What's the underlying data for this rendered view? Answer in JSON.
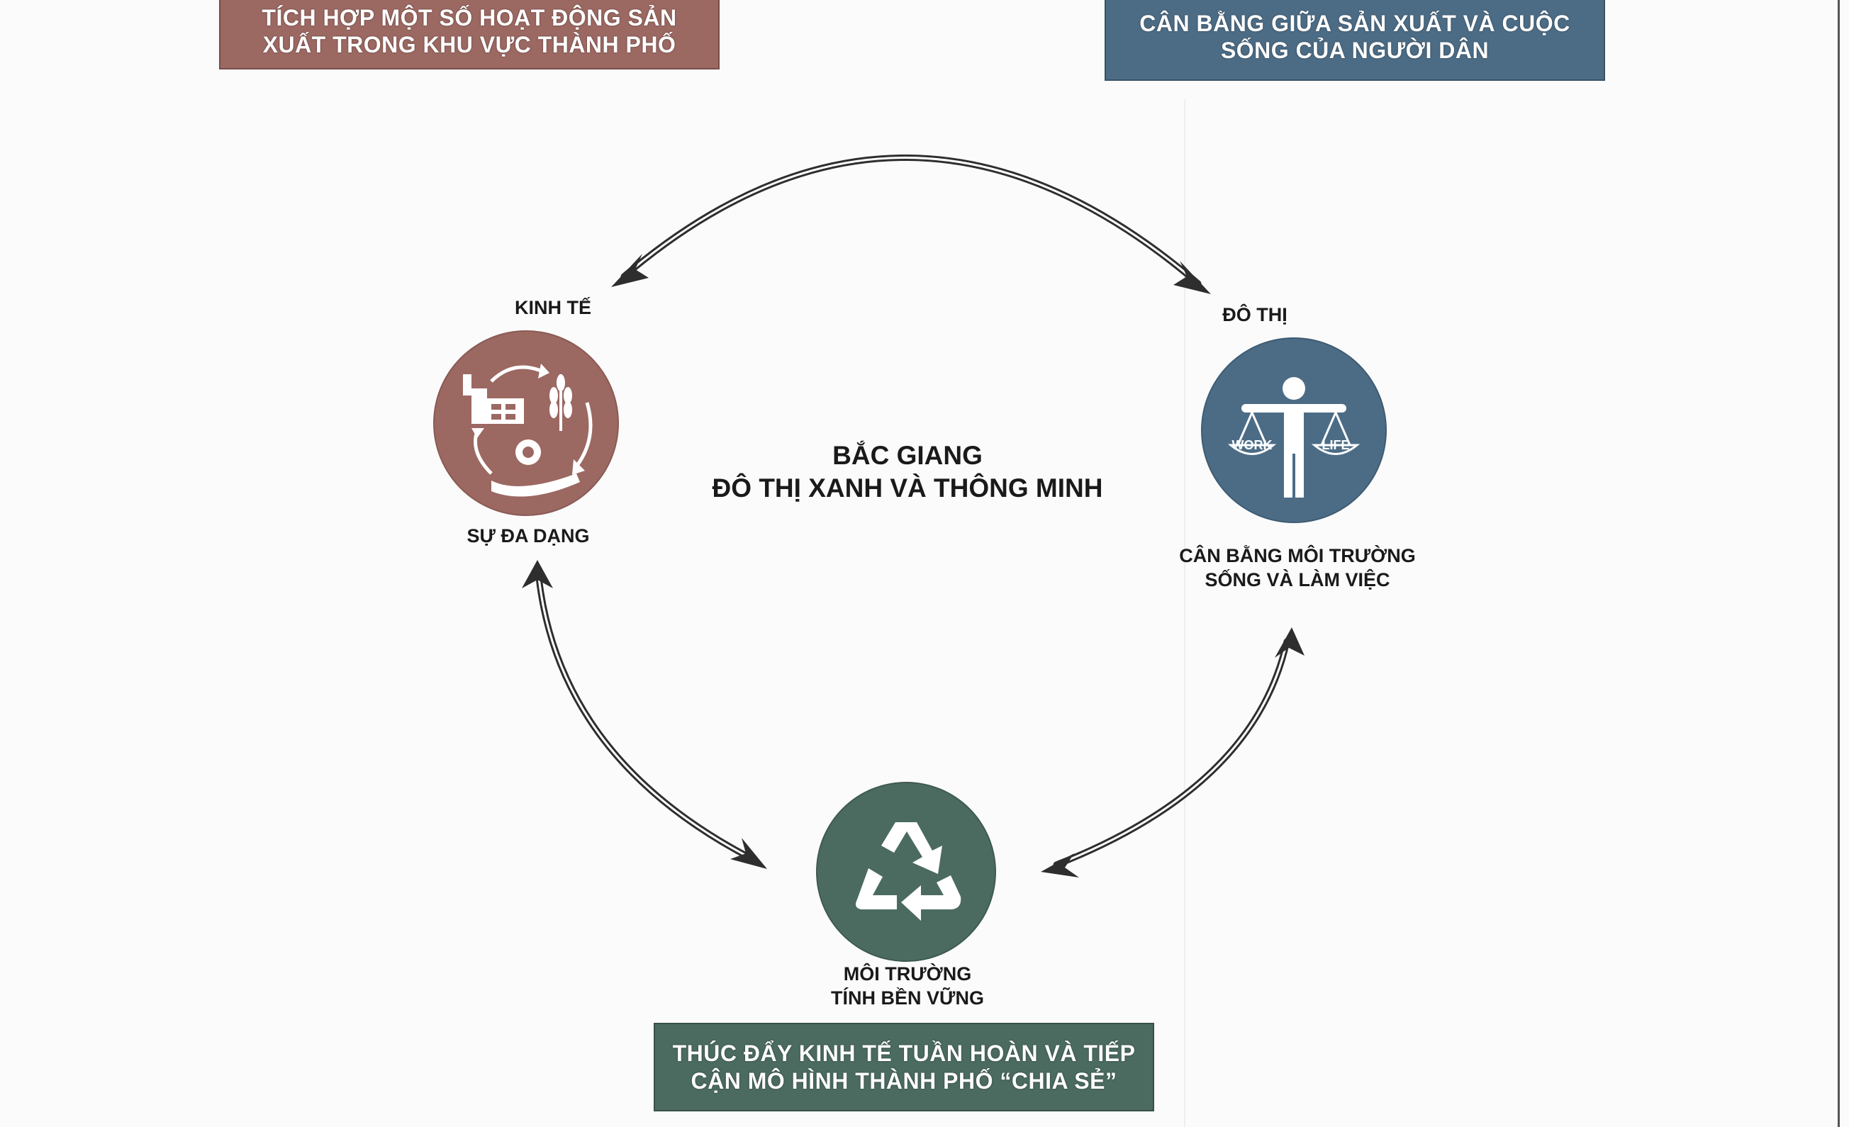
{
  "boxes": {
    "top_left": "TÍCH HỢP MỘT SỐ HOẠT ĐỘNG SẢN XUẤT TRONG KHU VỰC THÀNH PHỐ",
    "top_right": "CÂN BẰNG GIỮA SẢN XUẤT VÀ CUỘC SỐNG CỦA NGƯỜI DÂN",
    "bottom": "THÚC ĐẨY KINH TẾ TUẦN HOÀN VÀ TIẾP CẬN MÔ HÌNH THÀNH PHỐ “CHIA SẺ”"
  },
  "center": {
    "line1": "BẮC GIANG",
    "line2": "ĐÔ THỊ XANH VÀ THÔNG MINH"
  },
  "nodes": {
    "economy": {
      "top_label": "KINH TẾ",
      "bottom_label": "SỰ ĐA DẠNG",
      "color": "#9c6862"
    },
    "urban": {
      "top_label": "ĐÔ THỊ",
      "bottom_line1": "CÂN BẰNG MÔI TRƯỜNG",
      "bottom_line2": "SỐNG VÀ LÀM VIỆC",
      "work": "WORK",
      "life": "LIFE",
      "color": "#4c6c86"
    },
    "environment": {
      "bottom_line1": "MÔI TRƯỜNG",
      "bottom_line2": "TÍNH BỀN VỮNG",
      "color": "#4b6b60"
    }
  }
}
